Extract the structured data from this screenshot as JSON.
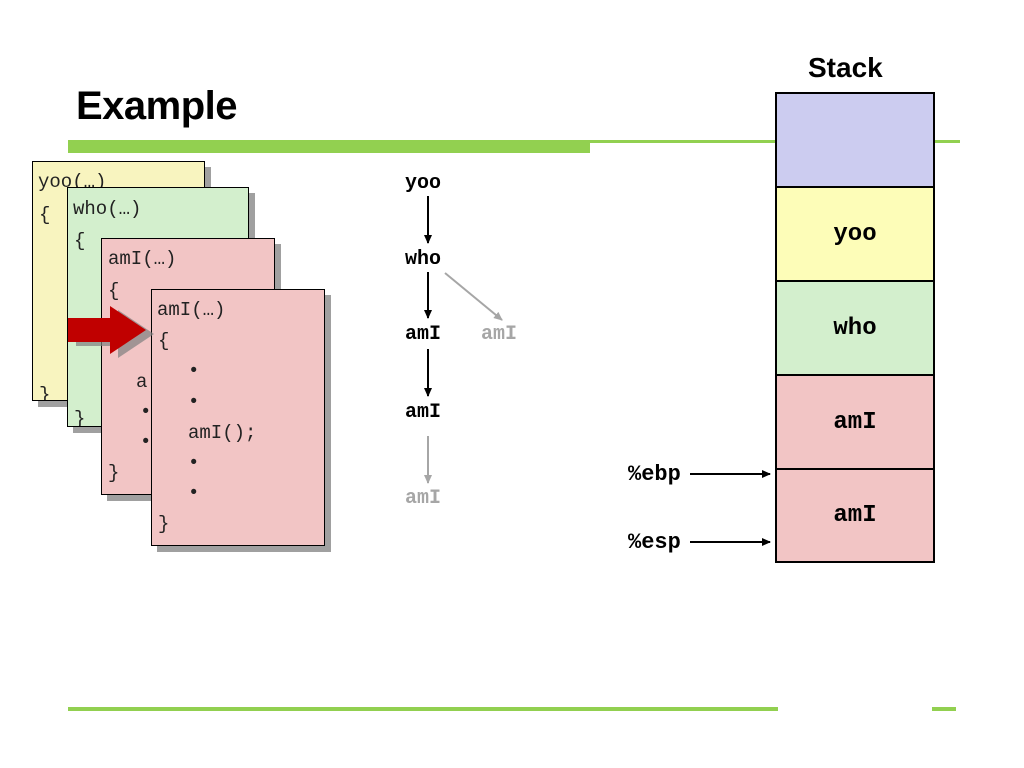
{
  "slide": {
    "title": "Example"
  },
  "code_cards": [
    {
      "header": "yoo(…)",
      "open": "{",
      "close": "}"
    },
    {
      "header": "who(…)",
      "open": "{",
      "close": "}"
    },
    {
      "header": "amI(…)",
      "open": "{",
      "close": "}",
      "partial": "a"
    },
    {
      "header": "amI(…)",
      "open": "{",
      "bullet": "•",
      "call": "amI();",
      "close": "}"
    }
  ],
  "call_tree": {
    "nodes": [
      "yoo",
      "who",
      "amI",
      "amI",
      "amI",
      "amI"
    ]
  },
  "stack": {
    "title": "Stack",
    "frames": [
      "",
      "yoo",
      "who",
      "amI",
      "amI"
    ],
    "frame_colors": [
      "#ccccf0",
      "#fdfdb8",
      "#d3efcd",
      "#f2c5c5",
      "#f2c5c5"
    ]
  },
  "registers": {
    "ebp": "%ebp",
    "esp": "%esp"
  },
  "colors": {
    "accent_green": "#92d050",
    "arrow_red": "#c00000",
    "muted_gray": "#a6a6a6"
  }
}
